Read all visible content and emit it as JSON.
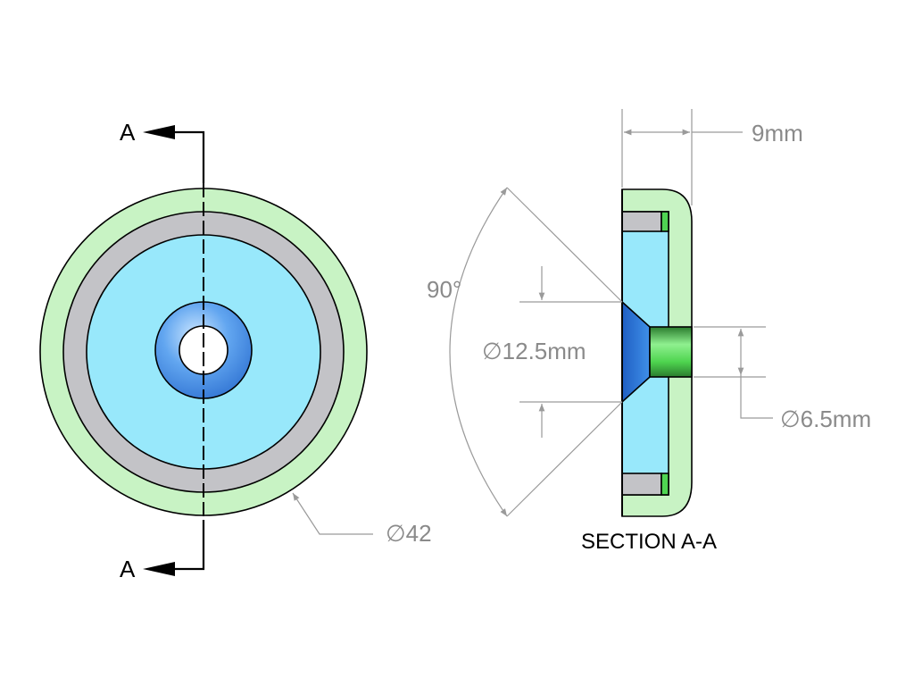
{
  "section_markers": {
    "top": "A",
    "bottom": "A"
  },
  "dimensions": {
    "outer_diameter": "∅42",
    "thickness": "9mm",
    "countersink_angle": "90°",
    "countersink_diameter": "∅12.5mm",
    "hole_diameter": "∅6.5mm"
  },
  "section_label": "SECTION A-A",
  "colors": {
    "steel_cup": "#c8f3c4",
    "magnet_core": "#98e8fb",
    "gap_ring": "#c3c3c7",
    "countersink": "#3f88e2",
    "countersink_highlight": "#bfe0ff",
    "bore_green": "#4fd452",
    "dimension_line": "#9a9a9a",
    "dimension_text": "#8a8a8a"
  }
}
